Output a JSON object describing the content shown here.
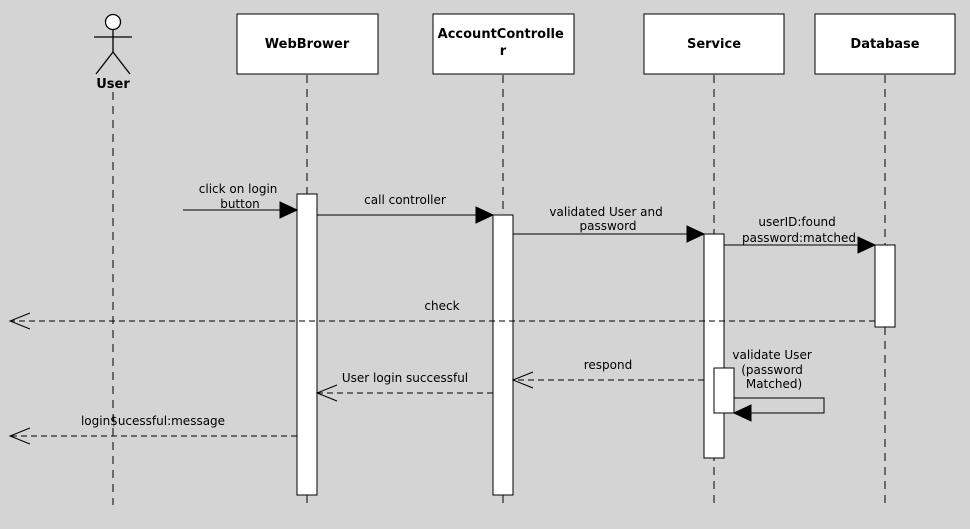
{
  "actor": {
    "label": "User"
  },
  "participants": [
    {
      "id": "webbrowser",
      "label": "WebBrower"
    },
    {
      "id": "accountcontroller",
      "label": "AccountController"
    },
    {
      "id": "service",
      "label": "Service"
    },
    {
      "id": "database",
      "label": "Database"
    }
  ],
  "messages": [
    {
      "id": "click",
      "lines": [
        "click on login",
        "button"
      ],
      "style": "sync"
    },
    {
      "id": "call",
      "lines": [
        "call controller"
      ],
      "style": "sync"
    },
    {
      "id": "validated",
      "lines": [
        "validated User and",
        "password"
      ],
      "style": "sync"
    },
    {
      "id": "found",
      "lines": [
        "userID:found",
        "password:matched"
      ],
      "style": "sync"
    },
    {
      "id": "check",
      "lines": [
        "check"
      ],
      "style": "return"
    },
    {
      "id": "selfcall",
      "lines": [
        "validate User",
        "(password",
        "Matched)"
      ],
      "style": "self"
    },
    {
      "id": "respond",
      "lines": [
        "respond"
      ],
      "style": "return"
    },
    {
      "id": "success",
      "lines": [
        "User login successful"
      ],
      "style": "return"
    },
    {
      "id": "message",
      "lines": [
        "login$ucessful:message"
      ],
      "style": "return"
    }
  ],
  "colors": {
    "background": "#d4d4d4",
    "box": "#ffffff",
    "line": "#000000"
  }
}
